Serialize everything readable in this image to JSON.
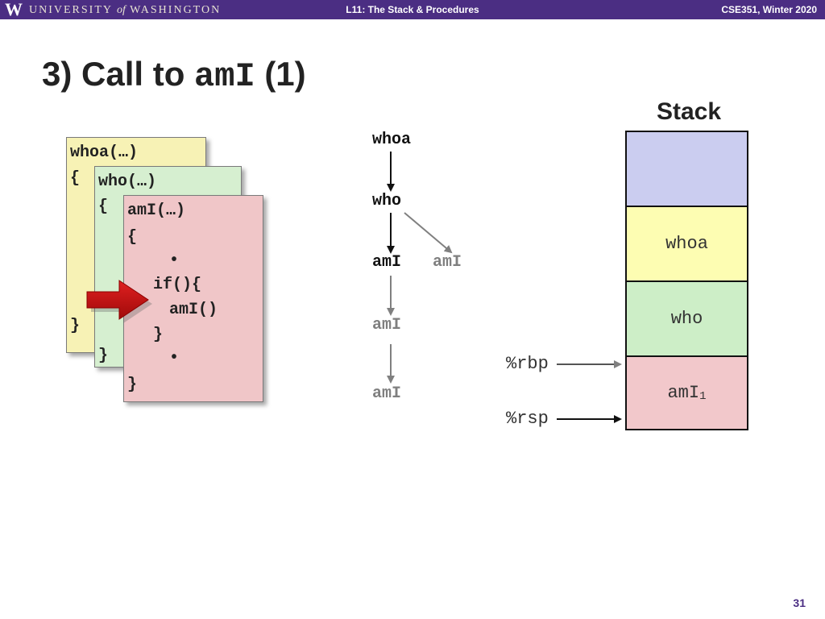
{
  "header": {
    "logo": "W",
    "university": "UNIVERSITY",
    "of": "of",
    "washington": "WASHINGTON",
    "lecture": "L11:  The Stack & Procedures",
    "course": "CSE351, Winter 2020",
    "bar_color": "#4b2e83"
  },
  "title": {
    "prefix": "3)  Call to ",
    "func": "amI",
    "suffix": " (1)"
  },
  "code": {
    "whoa": {
      "sig": "whoa(…)",
      "open": "{",
      "close": "}"
    },
    "who": {
      "sig": "who(…)",
      "open": "{",
      "close": "}"
    },
    "ami": {
      "sig": "amI(…)",
      "open": "{",
      "dot1": "•",
      "if": "if(){",
      "call": "amI()",
      "if_close": "}",
      "dot2": "•",
      "close": "}"
    }
  },
  "call_graph": {
    "whoa": "whoa",
    "who": "who",
    "ami_left": "amI",
    "ami_right": "amI",
    "ami_2": "amI",
    "ami_3": "amI"
  },
  "stack": {
    "title": "Stack",
    "frames": [
      {
        "label": "",
        "color": "#cbcdf0"
      },
      {
        "label": "whoa",
        "color": "#fdfdb2"
      },
      {
        "label": "who",
        "color": "#cdeec7"
      },
      {
        "label": "amI",
        "subscript": "1",
        "color": "#f2c8cb"
      }
    ],
    "registers": {
      "rbp": "%rbp",
      "rsp": "%rsp"
    }
  },
  "slide_number": "31"
}
